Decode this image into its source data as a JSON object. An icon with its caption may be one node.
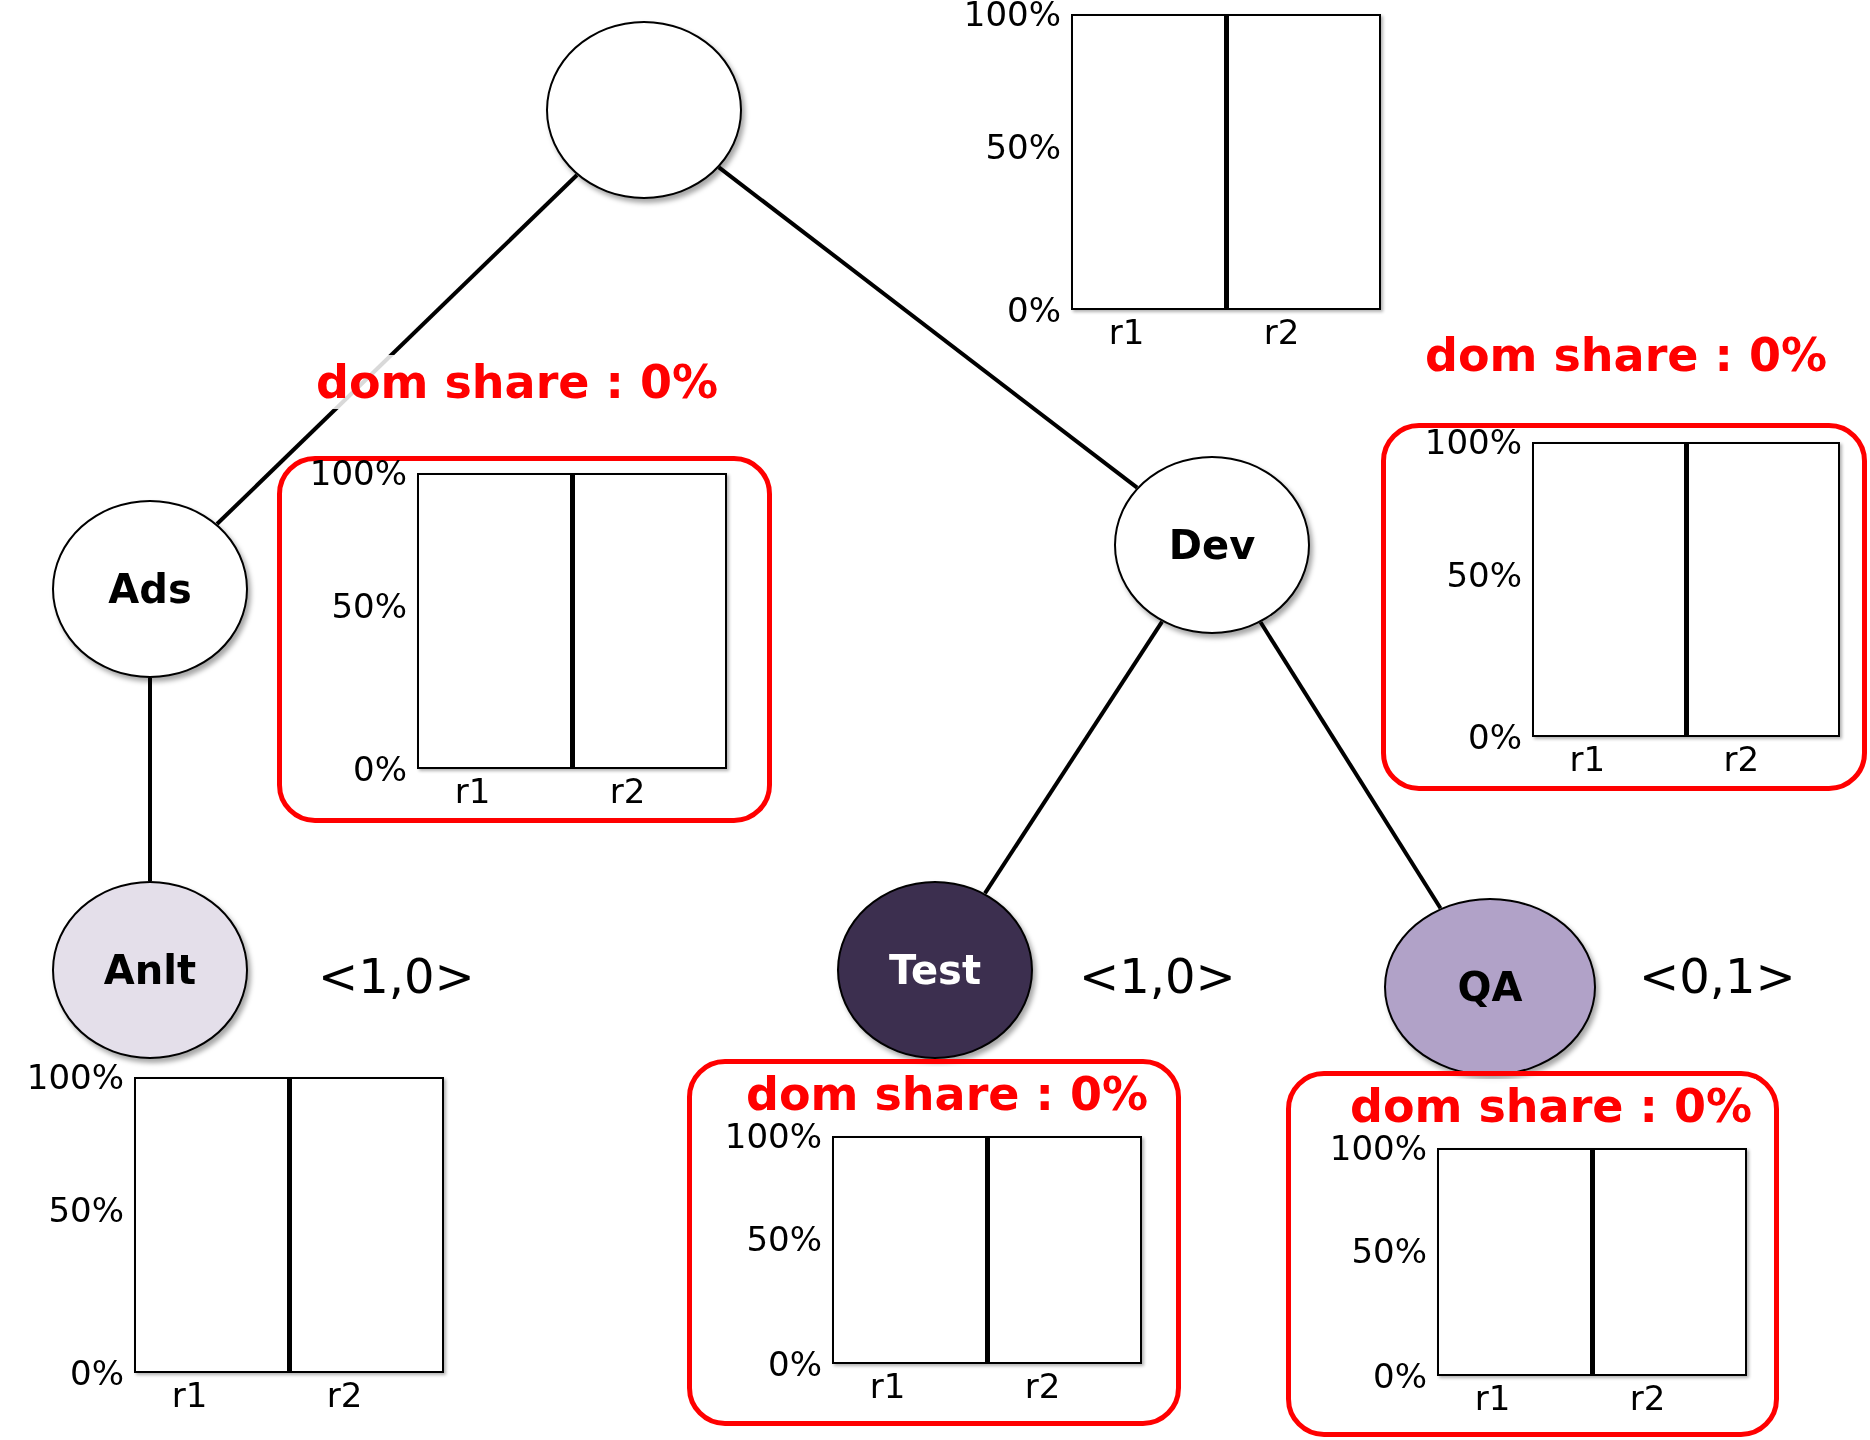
{
  "diagram": {
    "nodes": [
      {
        "text": [],
        "shape": "circle"
      },
      {
        "text": [
          "100%",
          "50%",
          "0%",
          "r1",
          "r2"
        ]
      },
      {
        "text": [
          "Ads"
        ]
      },
      {
        "text": [
          "dom share : 0%"
        ]
      },
      {
        "text": [
          "100%",
          "50%",
          "0%",
          "r1",
          "r2"
        ],
        "in": 3
      },
      {
        "text": [
          "Dev"
        ]
      },
      {
        "text": [
          "dom share : 0%"
        ]
      },
      {
        "text": [
          "100%",
          "50%",
          "0%",
          "r1",
          "r2"
        ],
        "in": 6
      },
      {
        "text": [
          "Anlt"
        ],
        "beside": [
          "<1,0>"
        ]
      },
      {
        "text": [
          "100%",
          "50%",
          "0%",
          "r1",
          "r2"
        ]
      },
      {
        "text": [
          "Test"
        ],
        "beside": [
          "<1,0>"
        ]
      },
      {
        "text": [
          "dom share : 0%"
        ]
      },
      {
        "text": [
          "100%",
          "50%",
          "0%",
          "r1",
          "r2"
        ],
        "in": 11
      },
      {
        "text": [
          "QA"
        ],
        "beside": [
          "<0,1>"
        ]
      },
      {
        "text": [
          "dom share : 0%"
        ]
      },
      {
        "text": [
          "100%",
          "50%",
          "0%",
          "r1",
          "r2"
        ],
        "in": 14
      }
    ],
    "edges": [
      {
        "from": 0,
        "to": 2,
        "arrow": "none"
      },
      {
        "from": 0,
        "to": 5,
        "arrow": "none"
      },
      {
        "from": 2,
        "to": 8,
        "arrow": "none"
      },
      {
        "from": 5,
        "to": 10,
        "arrow": "none"
      },
      {
        "from": 5,
        "to": 13,
        "arrow": "none"
      }
    ]
  }
}
